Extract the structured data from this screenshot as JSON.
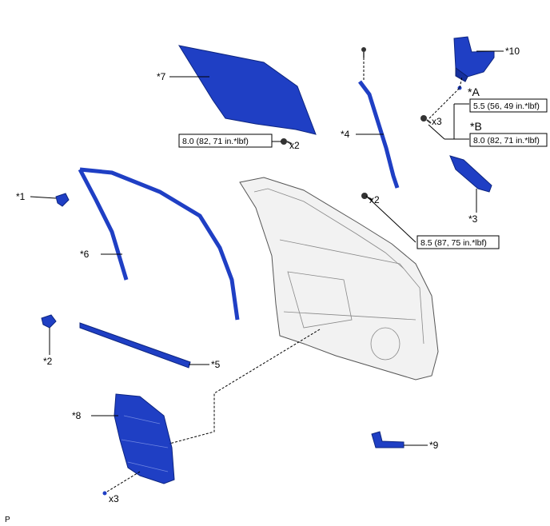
{
  "labels": {
    "p1": "*1",
    "p2": "*2",
    "p3": "*3",
    "p4": "*4",
    "p5": "*5",
    "p6": "*6",
    "p7": "*7",
    "p8": "*8",
    "p9": "*9",
    "p10": "*10",
    "a": "*A",
    "b": "*B"
  },
  "quantities": {
    "glass_bolts": "x2",
    "mirror_bolts": "x3",
    "channel_bolts": "x2",
    "clips": "x3"
  },
  "torques": {
    "glass": "8.0 (82, 71 in.*lbf)",
    "mirror_a": "5.5 (56, 49 in.*lbf)",
    "mirror_b": "8.0 (82, 71 in.*lbf)",
    "channel": "8.5 (87, 75 in.*lbf)"
  },
  "footer": "P",
  "colors": {
    "part_blue": "#1f3fc4",
    "part_outline": "#0d2580"
  }
}
